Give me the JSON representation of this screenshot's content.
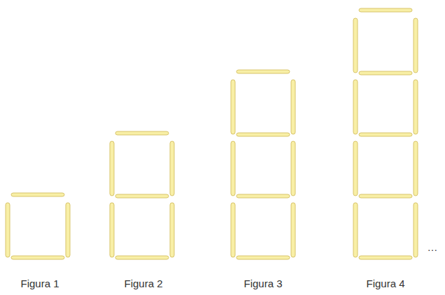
{
  "diagram": {
    "labels": [
      "Figura 1",
      "Figura 2",
      "Figura 3",
      "Figura 4",
      "…"
    ]
  }
}
